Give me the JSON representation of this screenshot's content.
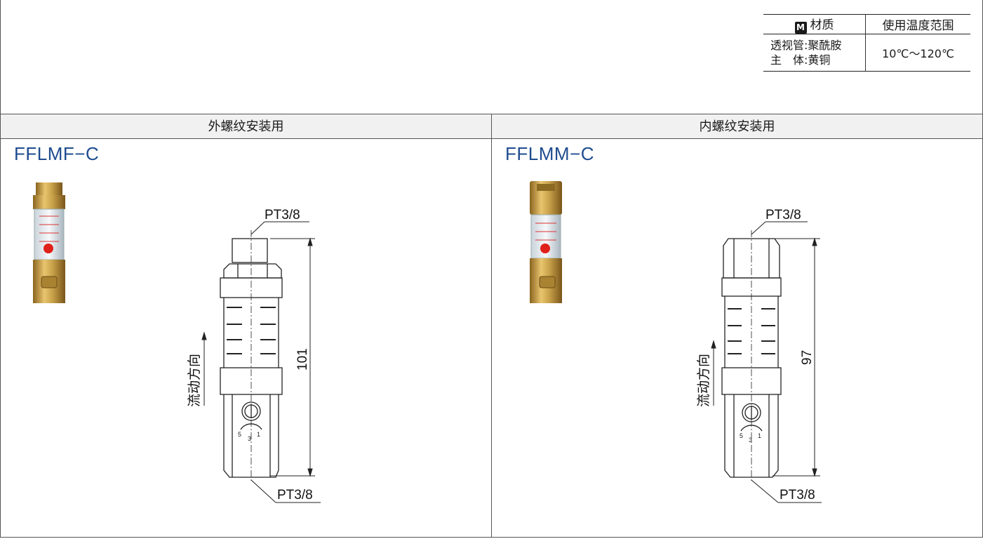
{
  "spec_table": {
    "col1_header": "材质",
    "col1_badge": "M",
    "col2_header": "使用温度范围",
    "material_line1": "透视管:聚酰胺",
    "material_line2": "主　体:黄铜",
    "temperature": "10℃～120℃"
  },
  "left": {
    "header": "外螺纹安装用",
    "model": "FFLMF−C",
    "port_top": "PT3/8",
    "port_bottom": "PT3/8",
    "length": "101",
    "flow_label": "流动方向",
    "scale_5": "5",
    "scale_3": "3",
    "scale_1": "1"
  },
  "right": {
    "header": "内螺纹安装用",
    "model": "FFLMM−C",
    "port_top": "PT3/8",
    "port_bottom": "PT3/8",
    "length": "97",
    "flow_label": "流动方向",
    "scale_5": "5",
    "scale_3": "3",
    "scale_1": "1"
  },
  "colors": {
    "model_text": "#1e4c8f",
    "header_bg": "#f1f1f1",
    "brass": "#c9a24a",
    "indicator_red": "#e0201a"
  }
}
